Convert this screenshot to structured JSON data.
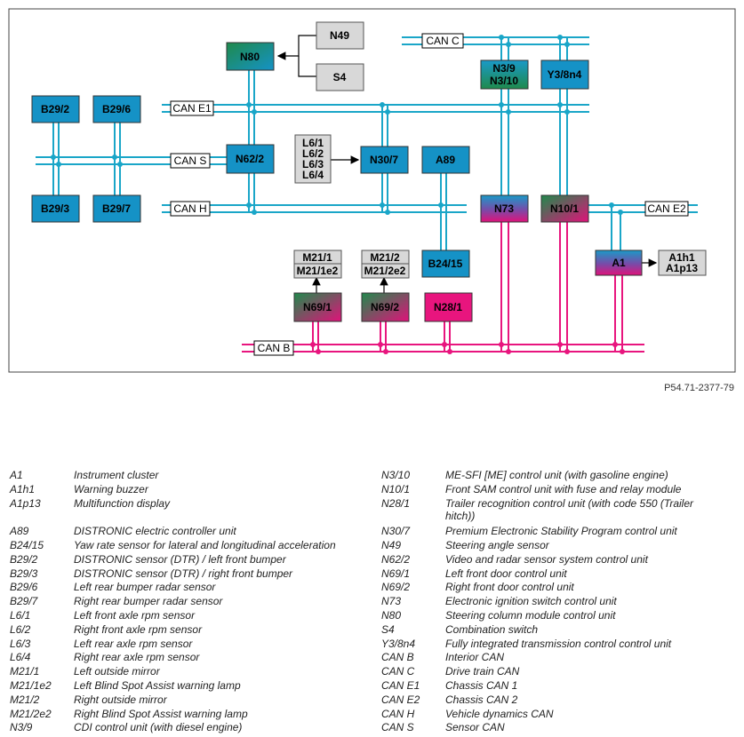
{
  "figure_id": "P54.71-2377-79",
  "colors": {
    "can_blue": "#1aa6c8",
    "can_pink": "#e8157e",
    "unit_blue": "#1592c6",
    "unit_grey": "#d8d8d8",
    "gradient_green": "#1f8a4c",
    "gradient_pink": "#e0127a",
    "gradient_purple": "#3a6fb8"
  },
  "bus_labels": {
    "can_c": "CAN C",
    "can_e1": "CAN E1",
    "can_s": "CAN S",
    "can_h": "CAN H",
    "can_e2": "CAN E2",
    "can_b": "CAN B"
  },
  "units": {
    "n80": "N80",
    "n49": "N49",
    "s4": "S4",
    "n3_9": "N3/9",
    "n3_10": "N3/10",
    "y3_8n4": "Y3/8n4",
    "b29_2": "B29/2",
    "b29_6": "B29/6",
    "b29_3": "B29/3",
    "b29_7": "B29/7",
    "n62_2": "N62/2",
    "l6_1": "L6/1",
    "l6_2": "L6/2",
    "l6_3": "L6/3",
    "l6_4": "L6/4",
    "n30_7": "N30/7",
    "a89": "A89",
    "n73": "N73",
    "n10_1": "N10/1",
    "b24_15": "B24/15",
    "m21_1": "M21/1",
    "m21_1e2": "M21/1e2",
    "m21_2": "M21/2",
    "m21_2e2": "M21/2e2",
    "a1": "A1",
    "a1h1": "A1h1",
    "a1p13": "A1p13",
    "n69_1": "N69/1",
    "n69_2": "N69/2",
    "n28_1": "N28/1"
  },
  "legend_left": [
    {
      "code": "A1",
      "desc": "Instrument cluster"
    },
    {
      "code": "A1h1",
      "desc": "Warning buzzer"
    },
    {
      "code": "A1p13",
      "desc": "Multifunction display"
    },
    {
      "code": "A89",
      "desc": "DISTRONIC electric controller unit"
    },
    {
      "code": "B24/15",
      "desc": "Yaw rate sensor for lateral and longitudinal acceleration"
    },
    {
      "code": "B29/2",
      "desc": "DISTRONIC sensor (DTR) / left front bumper"
    },
    {
      "code": "B29/3",
      "desc": "DISTRONIC sensor (DTR) / right front bumper"
    },
    {
      "code": "B29/6",
      "desc": "Left rear bumper radar sensor"
    },
    {
      "code": "B29/7",
      "desc": "Right rear bumper radar sensor"
    },
    {
      "code": "L6/1",
      "desc": "Left front axle rpm sensor"
    },
    {
      "code": "L6/2",
      "desc": "Right front axle rpm sensor"
    },
    {
      "code": "L6/3",
      "desc": "Left rear axle rpm sensor"
    },
    {
      "code": "L6/4",
      "desc": "Right rear axle rpm sensor"
    },
    {
      "code": "M21/1",
      "desc": "Left outside mirror"
    },
    {
      "code": "M21/1e2",
      "desc": "Left Blind Spot Assist warning lamp"
    },
    {
      "code": "M21/2",
      "desc": "Right outside mirror"
    },
    {
      "code": "M21/2e2",
      "desc": "Right Blind Spot Assist warning lamp"
    },
    {
      "code": "N3/9",
      "desc": "CDI control unit (with diesel engine)"
    }
  ],
  "legend_right": [
    {
      "code": "N3/10",
      "desc": "ME-SFI [ME] control unit (with gasoline engine)"
    },
    {
      "code": "N10/1",
      "desc": "Front SAM control unit with fuse and relay module"
    },
    {
      "code": "N28/1",
      "desc": "Trailer recognition control unit (with code 550 (Trailer hitch))"
    },
    {
      "code": "N30/7",
      "desc": "Premium Electronic Stability Program control unit"
    },
    {
      "code": "N49",
      "desc": "Steering angle sensor"
    },
    {
      "code": "N62/2",
      "desc": "Video and radar sensor system control unit"
    },
    {
      "code": "N69/1",
      "desc": "Left front door control unit"
    },
    {
      "code": "N69/2",
      "desc": "Right front door control unit"
    },
    {
      "code": "N73",
      "desc": "Electronic ignition switch control unit"
    },
    {
      "code": "N80",
      "desc": "Steering column module control unit"
    },
    {
      "code": "S4",
      "desc": "Combination switch"
    },
    {
      "code": "Y3/8n4",
      "desc": "Fully integrated transmission control control unit"
    },
    {
      "code": "CAN B",
      "desc": "Interior CAN"
    },
    {
      "code": "CAN C",
      "desc": "Drive train CAN"
    },
    {
      "code": "CAN E1",
      "desc": "Chassis CAN 1"
    },
    {
      "code": "CAN E2",
      "desc": "Chassis CAN 2"
    },
    {
      "code": "CAN H",
      "desc": "Vehicle dynamics CAN"
    },
    {
      "code": "CAN S",
      "desc": "Sensor CAN"
    }
  ]
}
